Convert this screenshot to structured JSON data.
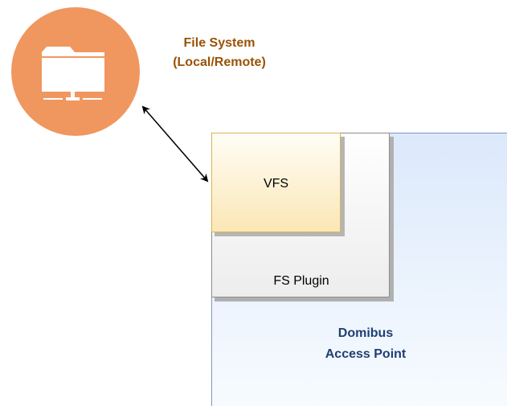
{
  "file_system": {
    "label": "File System\n(Local/Remote)",
    "icon": "folder-network-icon",
    "circle_color": "#f0975f",
    "label_color": "#9a5205"
  },
  "access_point": {
    "label": "Domibus\nAccess Point",
    "label_color": "#1f3f73"
  },
  "fs_plugin": {
    "label": "FS Plugin"
  },
  "vfs": {
    "label": "VFS"
  },
  "connector": {
    "type": "bidirectional-arrow",
    "from": "File System\n(Local/Remote)",
    "to": "VFS"
  }
}
